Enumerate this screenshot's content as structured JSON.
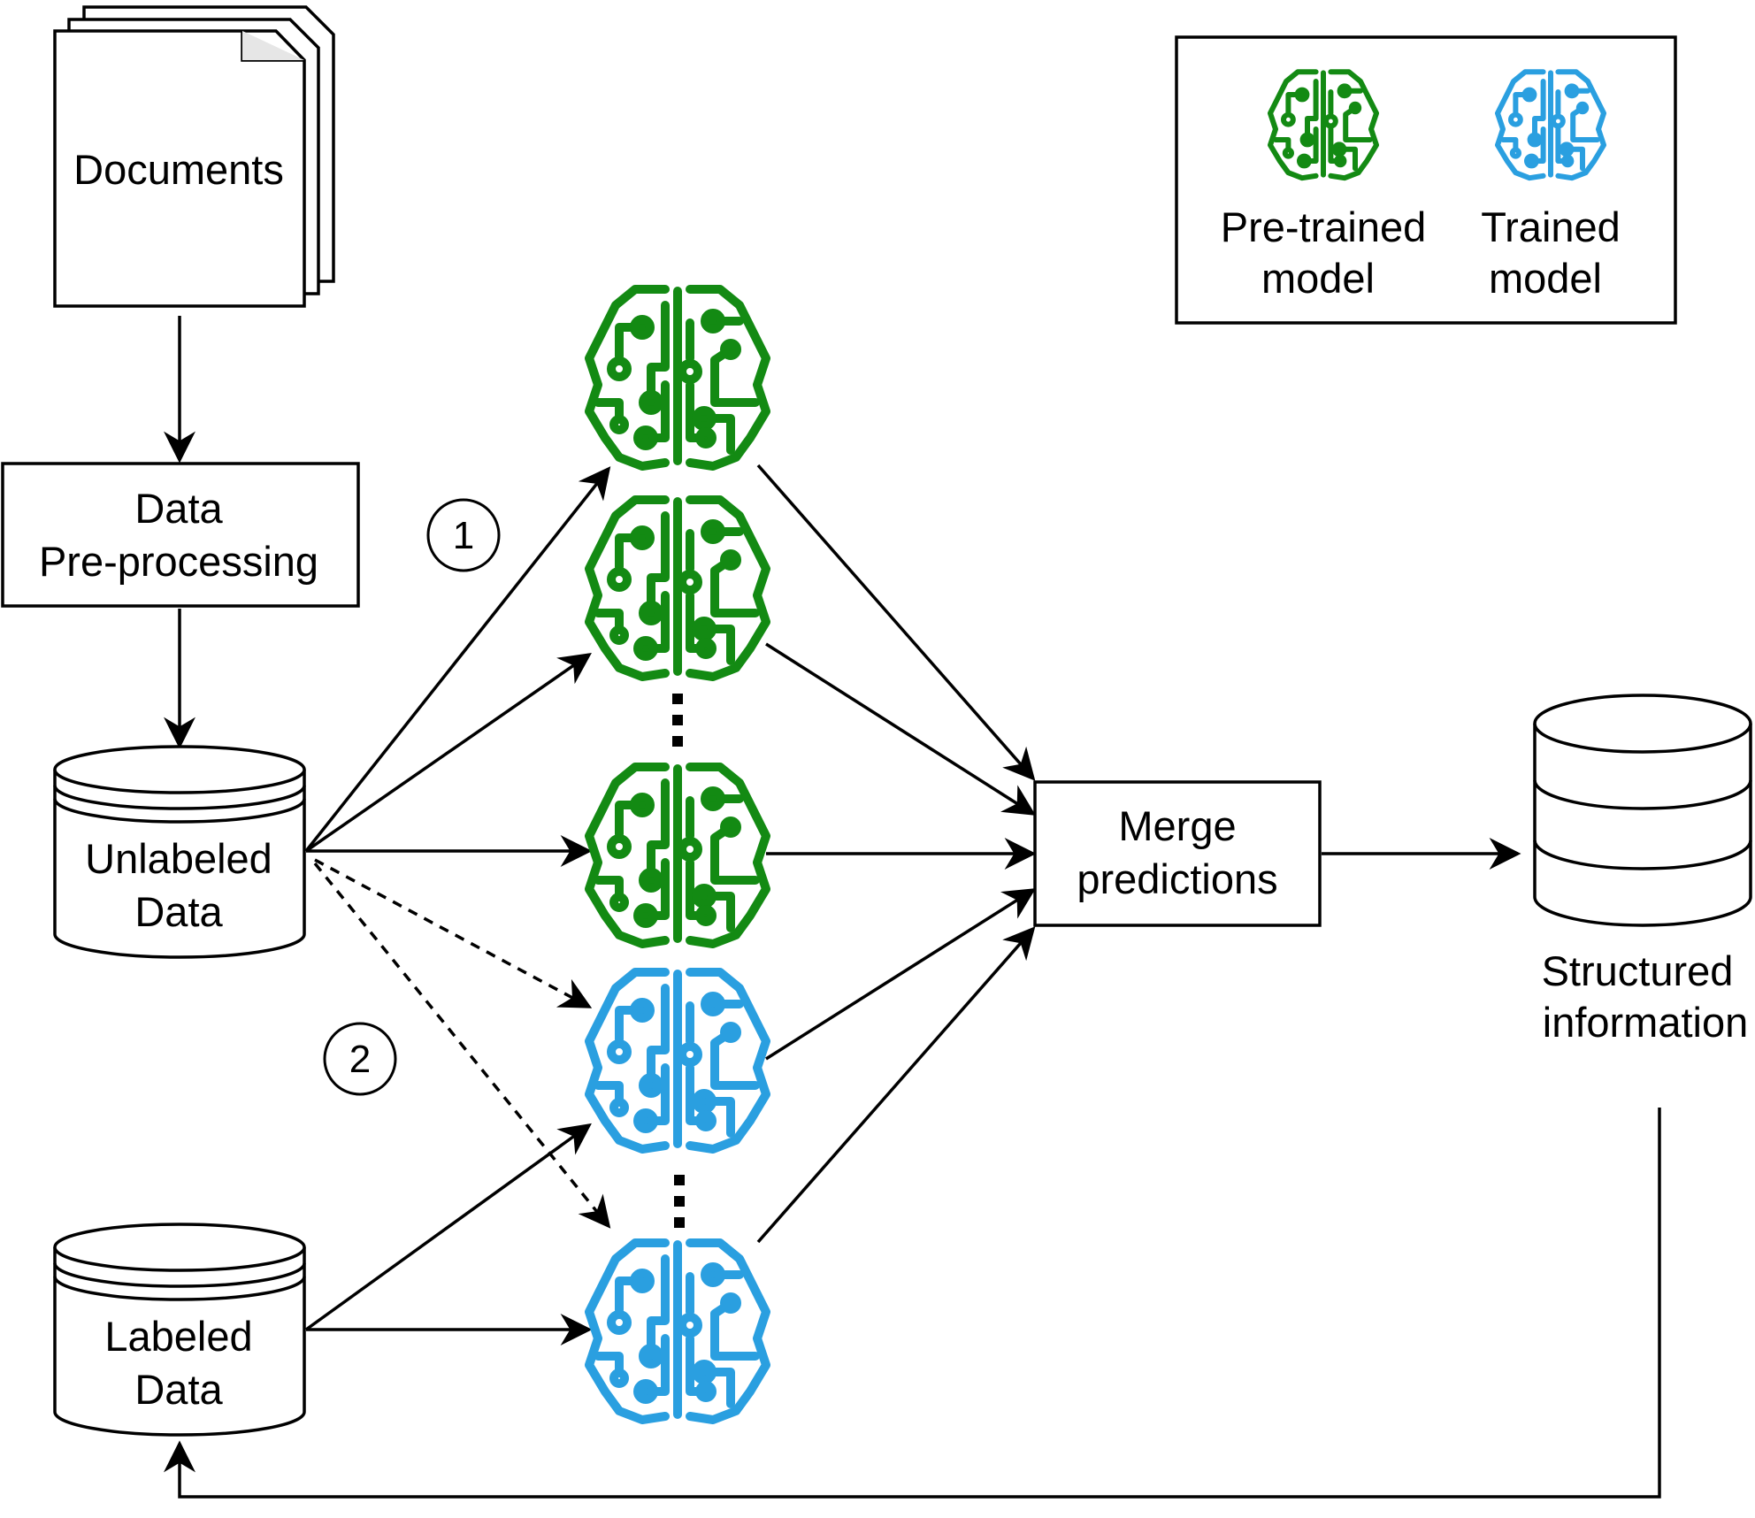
{
  "nodes": {
    "documents": "Documents",
    "preprocessing": [
      "Data",
      "Pre-processing"
    ],
    "unlabeled_data": [
      "Unlabeled",
      "Data"
    ],
    "labeled_data": [
      "Labeled",
      "Data"
    ],
    "merge": [
      "Merge",
      "predictions"
    ],
    "structured_info": [
      "Structured",
      "information"
    ]
  },
  "steps": {
    "step1": "1",
    "step2": "2"
  },
  "legend": {
    "pretrained": [
      "Pre-trained",
      "model"
    ],
    "trained": [
      "Trained",
      "model"
    ]
  },
  "colors": {
    "pretrained": "#138a13",
    "trained": "#2a9fe0",
    "line": "#000000"
  },
  "icons": {
    "model": "brain-circuit-icon"
  }
}
